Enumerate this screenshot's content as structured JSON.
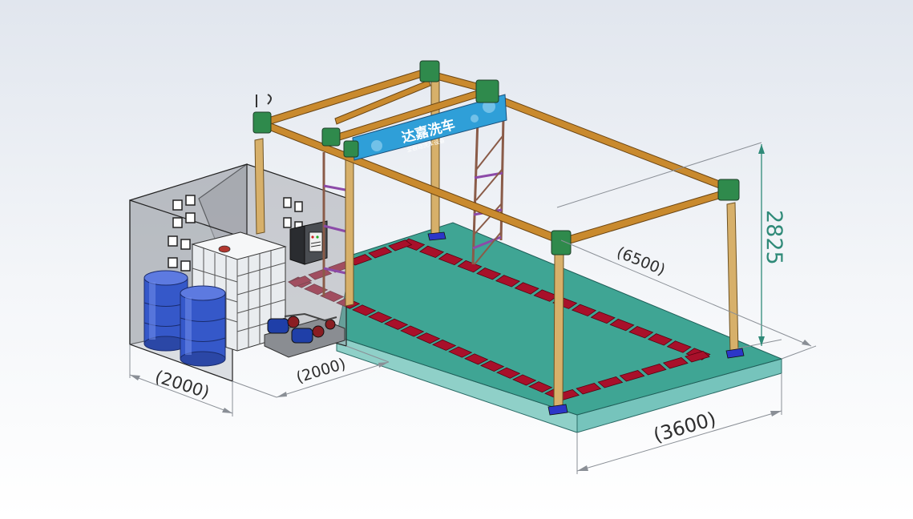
{
  "dimensions": {
    "room_width": "(2000)",
    "room_depth": "(2000)",
    "platform_length": "(6500)",
    "platform_width": "(3600)",
    "frame_height": "2825"
  },
  "banner": {
    "title": "达嘉洗车",
    "subtitle": "全自动洗车设备"
  },
  "colors": {
    "platform_top": "#3fa594",
    "platform_side": "#76c4bc",
    "drain_tile": "#a8102a",
    "beam": "#c98a2e",
    "post": "#d7b06a",
    "bracket": "#2f8a4c",
    "banner": "#2f9fd8",
    "barrel": "#3558c9",
    "height_dimension": "#2f8a78"
  }
}
